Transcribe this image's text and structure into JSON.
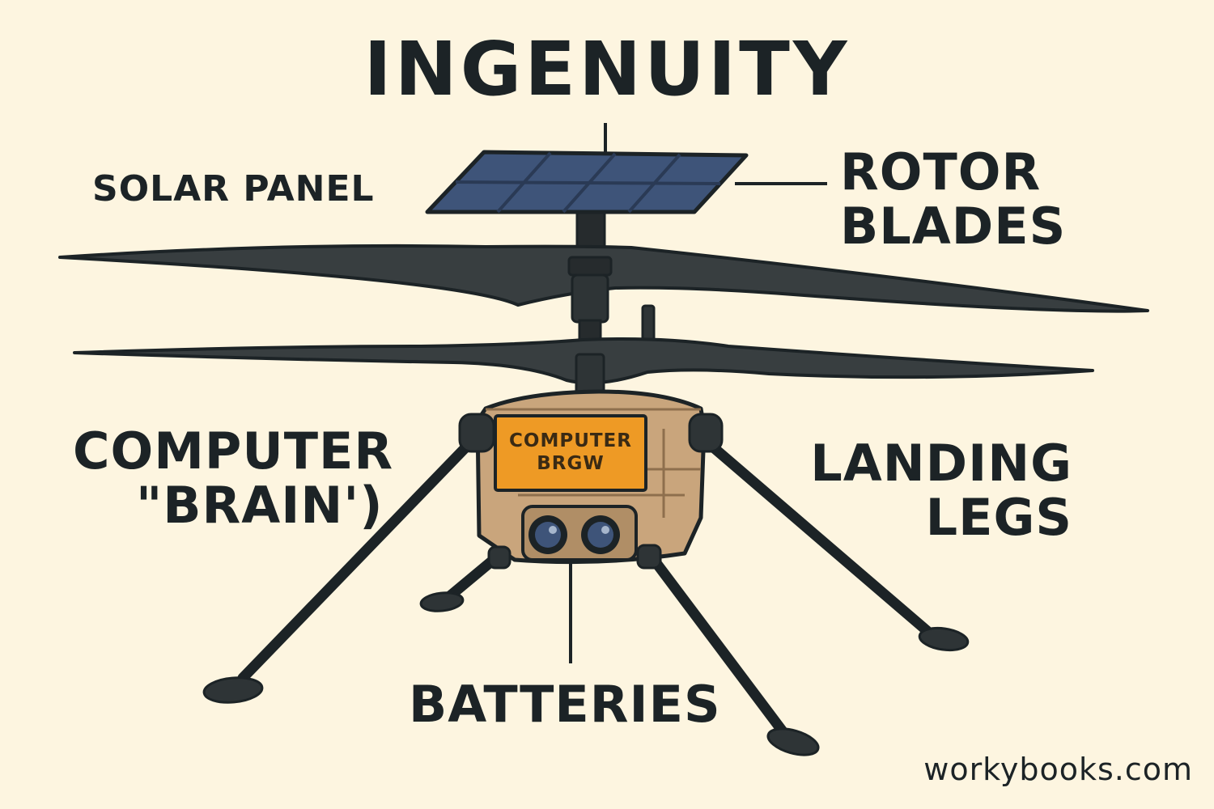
{
  "title": "INGENUITY",
  "labels": {
    "solar_panel": "SOLAR PANEL",
    "rotor_blades_line1": "ROTOR",
    "rotor_blades_line2": "BLADES",
    "computer_line1": "COMPUTER",
    "computer_line2": "\"BRAIN')",
    "landing_legs_line1": "LANDING",
    "landing_legs_line2": "LEGS",
    "batteries": "BATTERIES"
  },
  "body_plate": {
    "line1": "COMPUTER",
    "line2": "BRGW"
  },
  "watermark": "workybooks.com",
  "colors": {
    "background": "#fdf5e0",
    "outline": "#1c2326",
    "blades": "#383e40",
    "solar_panel": "#3e5479",
    "body": "#c9a57c",
    "plate": "#ee9a25",
    "text": "#1c2326"
  }
}
